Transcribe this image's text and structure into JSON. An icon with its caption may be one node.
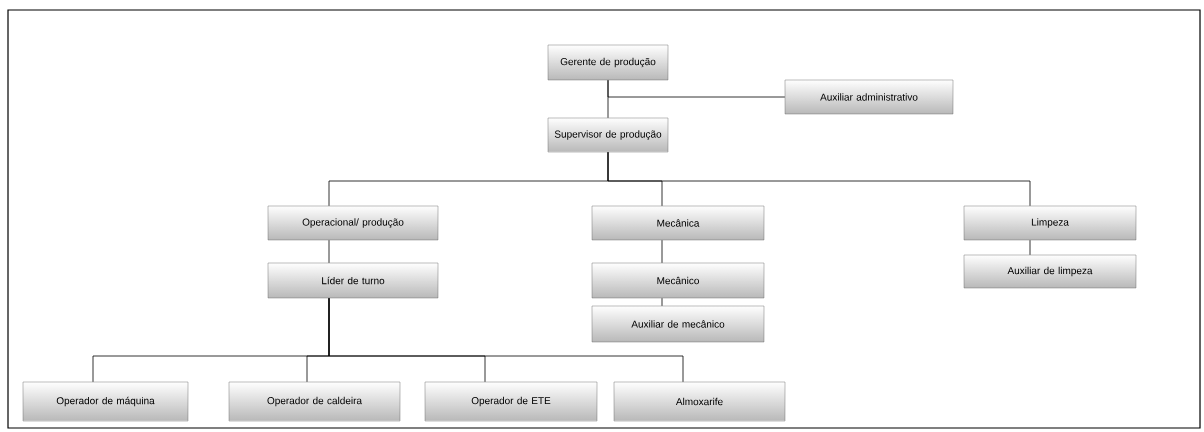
{
  "diagram": {
    "nodes": [
      {
        "text": [
          "Gerente de produção"
        ]
      },
      {
        "text": [
          "Auxiliar administrativo"
        ]
      },
      {
        "text": [
          "Supervisor de produção"
        ]
      },
      {
        "text": [
          "Operacional/ produção"
        ]
      },
      {
        "text": [
          "Mecânica"
        ]
      },
      {
        "text": [
          "Limpeza"
        ]
      },
      {
        "text": [
          "Líder de turno"
        ]
      },
      {
        "text": [
          "Mecânico"
        ]
      },
      {
        "text": [
          "Auxiliar de limpeza"
        ]
      },
      {
        "text": [
          "Auxiliar de mecânico"
        ]
      },
      {
        "text": [
          "Operador de máquina"
        ]
      },
      {
        "text": [
          "Operador de caldeira"
        ]
      },
      {
        "text": [
          "Operador de ETE"
        ]
      },
      {
        "text": [
          "Almoxarife"
        ]
      }
    ],
    "edges": [
      {
        "from": 0,
        "to": 1,
        "arrow": "none"
      },
      {
        "from": 0,
        "to": 2,
        "arrow": "none"
      },
      {
        "from": 2,
        "to": 3,
        "arrow": "none"
      },
      {
        "from": 2,
        "to": 4,
        "arrow": "none"
      },
      {
        "from": 2,
        "to": 5,
        "arrow": "none"
      },
      {
        "from": 3,
        "to": 6,
        "arrow": "none"
      },
      {
        "from": 4,
        "to": 7,
        "arrow": "none"
      },
      {
        "from": 5,
        "to": 8,
        "arrow": "none"
      },
      {
        "from": 7,
        "to": 9,
        "arrow": "none"
      },
      {
        "from": 6,
        "to": 10,
        "arrow": "none"
      },
      {
        "from": 6,
        "to": 11,
        "arrow": "none"
      },
      {
        "from": 6,
        "to": 12,
        "arrow": "none"
      },
      {
        "from": 6,
        "to": 13,
        "arrow": "none"
      }
    ]
  }
}
